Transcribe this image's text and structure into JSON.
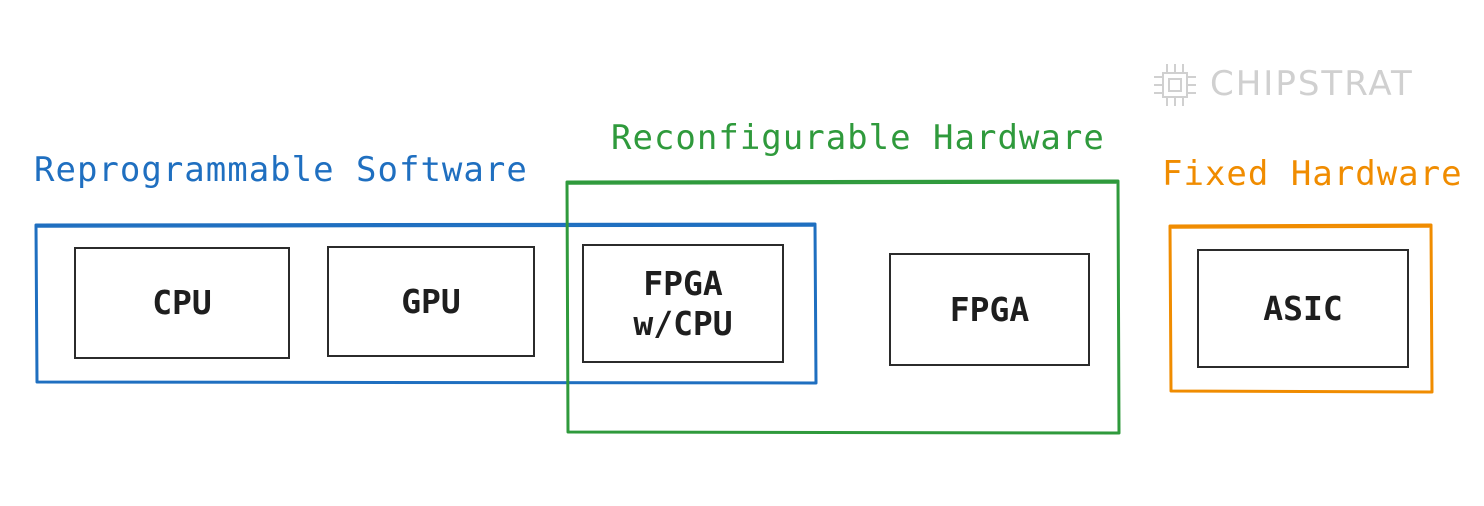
{
  "brand": {
    "name": "CHIPSTRAT",
    "icon": "chip-icon"
  },
  "colors": {
    "software": "#1f6fc0",
    "reconfigurable": "#2f9a3c",
    "fixed": "#f08c00",
    "chip_border": "#2b2b2b",
    "brand": "#d0d0d0"
  },
  "groups": {
    "software": {
      "label": "Reprogrammable Software"
    },
    "reconfigurable": {
      "label": "Reconfigurable Hardware"
    },
    "fixed": {
      "label": "Fixed Hardware"
    }
  },
  "chips": {
    "cpu": {
      "line1": "CPU"
    },
    "gpu": {
      "line1": "GPU"
    },
    "fpga_cpu": {
      "line1": "FPGA",
      "line2": "w/CPU"
    },
    "fpga": {
      "line1": "FPGA"
    },
    "asic": {
      "line1": "ASIC"
    }
  }
}
